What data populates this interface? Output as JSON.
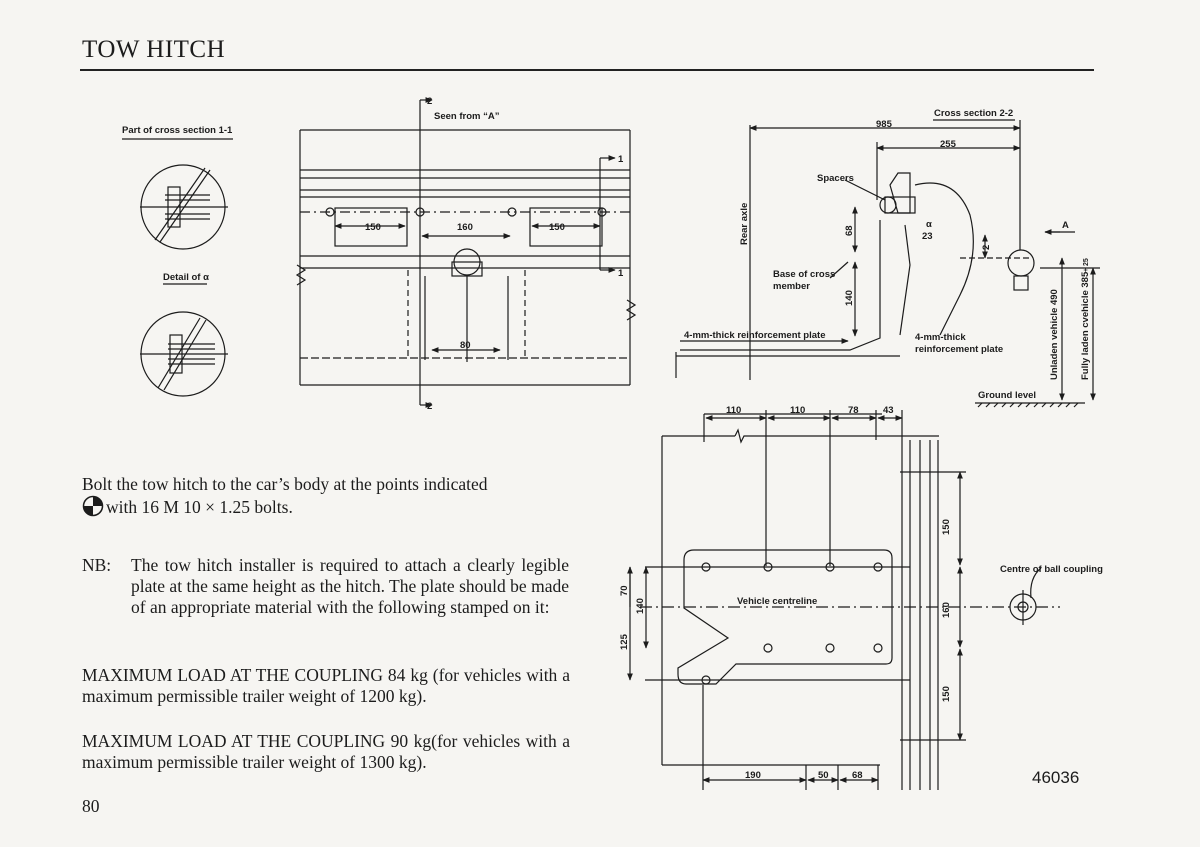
{
  "page": {
    "title": "TOW HITCH",
    "page_number": "80",
    "figure_number": "46036"
  },
  "text": {
    "bolt_line_1": "Bolt the tow hitch to the car’s body at the points indicated",
    "bolt_line_2": "with 16 M 10 × 1.25 bolts.",
    "nb_label": "NB:",
    "nb_text": "The tow hitch installer is required to attach a clearly legible plate at the same height as the hitch. The plate should be made of an appropriate material with the following stamped on it:",
    "load_84": "MAXIMUM LOAD AT THE COUPLING 84 kg (for vehicles with a maximum permissible trailer weight of 1200 kg).",
    "load_90": "MAXIMUM LOAD AT THE COUPLING 90 kg(for vehicles with a maximum permissible trailer weight of 1300 kg)."
  },
  "diagram": {
    "part_cross_section": "Part of cross section 1-1",
    "detail": "Detail of α",
    "seen_from": "Seen from “A”",
    "sec_marker_2": "2",
    "sec_marker_1": "1",
    "dim_150a": "150",
    "dim_160a": "160",
    "dim_150b": "150",
    "dim_80": "80",
    "cross_section_22": "Cross section 2-2",
    "dim_985": "985",
    "dim_255": "255",
    "spacers": "Spacers",
    "rear_axle": "Rear axle",
    "dim_68": "68",
    "dim_23": "23",
    "alpha": "α",
    "dim_2": "2",
    "arrow_a": "A",
    "base_cross_member_1": "Base of cross",
    "base_cross_member_2": "member",
    "dim_140v": "140",
    "reinf_plate_left": "4-mm-thick reinforcement plate",
    "reinf_plate_right_1": "4-mm-thick",
    "reinf_plate_right_2": "reinforcement plate",
    "unladen": "Unladen vehicle 490",
    "fully_laden": "Fully laden cvehicle 385",
    "fully_laden_tol": "+ 25",
    "ground_level": "Ground level",
    "dim_110a": "110",
    "dim_110b": "110",
    "dim_78": "78",
    "dim_43": "43",
    "dim_150c": "150",
    "dim_160b": "160",
    "dim_150d": "150",
    "dim_70": "70",
    "dim_140b": "140",
    "dim_125": "125",
    "vehicle_centreline": "Vehicle centreline",
    "centre_ball": "Centre of ball coupling",
    "dim_190": "190",
    "dim_50": "50",
    "dim_68b": "68"
  }
}
